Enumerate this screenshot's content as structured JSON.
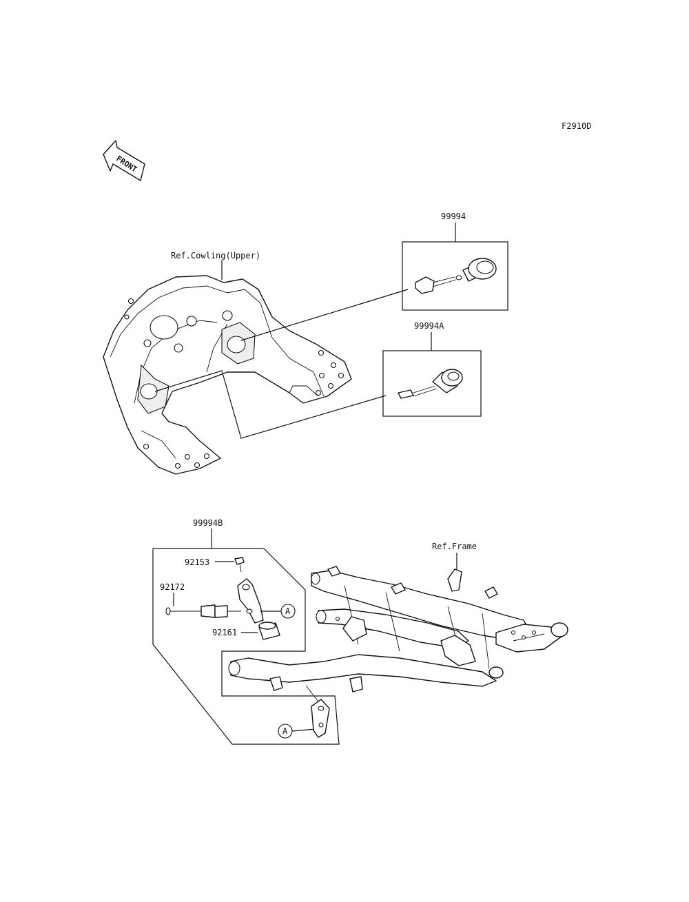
{
  "diagram": {
    "figure_code": "F2910D",
    "direction_marker": "FRONT",
    "labels": {
      "cowling_ref": "Ref.Cowling(Upper)",
      "frame_ref": "Ref.Frame",
      "part_99994": "99994",
      "part_99994A": "99994A",
      "part_99994B": "99994B",
      "part_92153": "92153",
      "part_92172": "92172",
      "part_92161": "92161",
      "connector_a_1": "A",
      "connector_a_2": "A"
    }
  }
}
